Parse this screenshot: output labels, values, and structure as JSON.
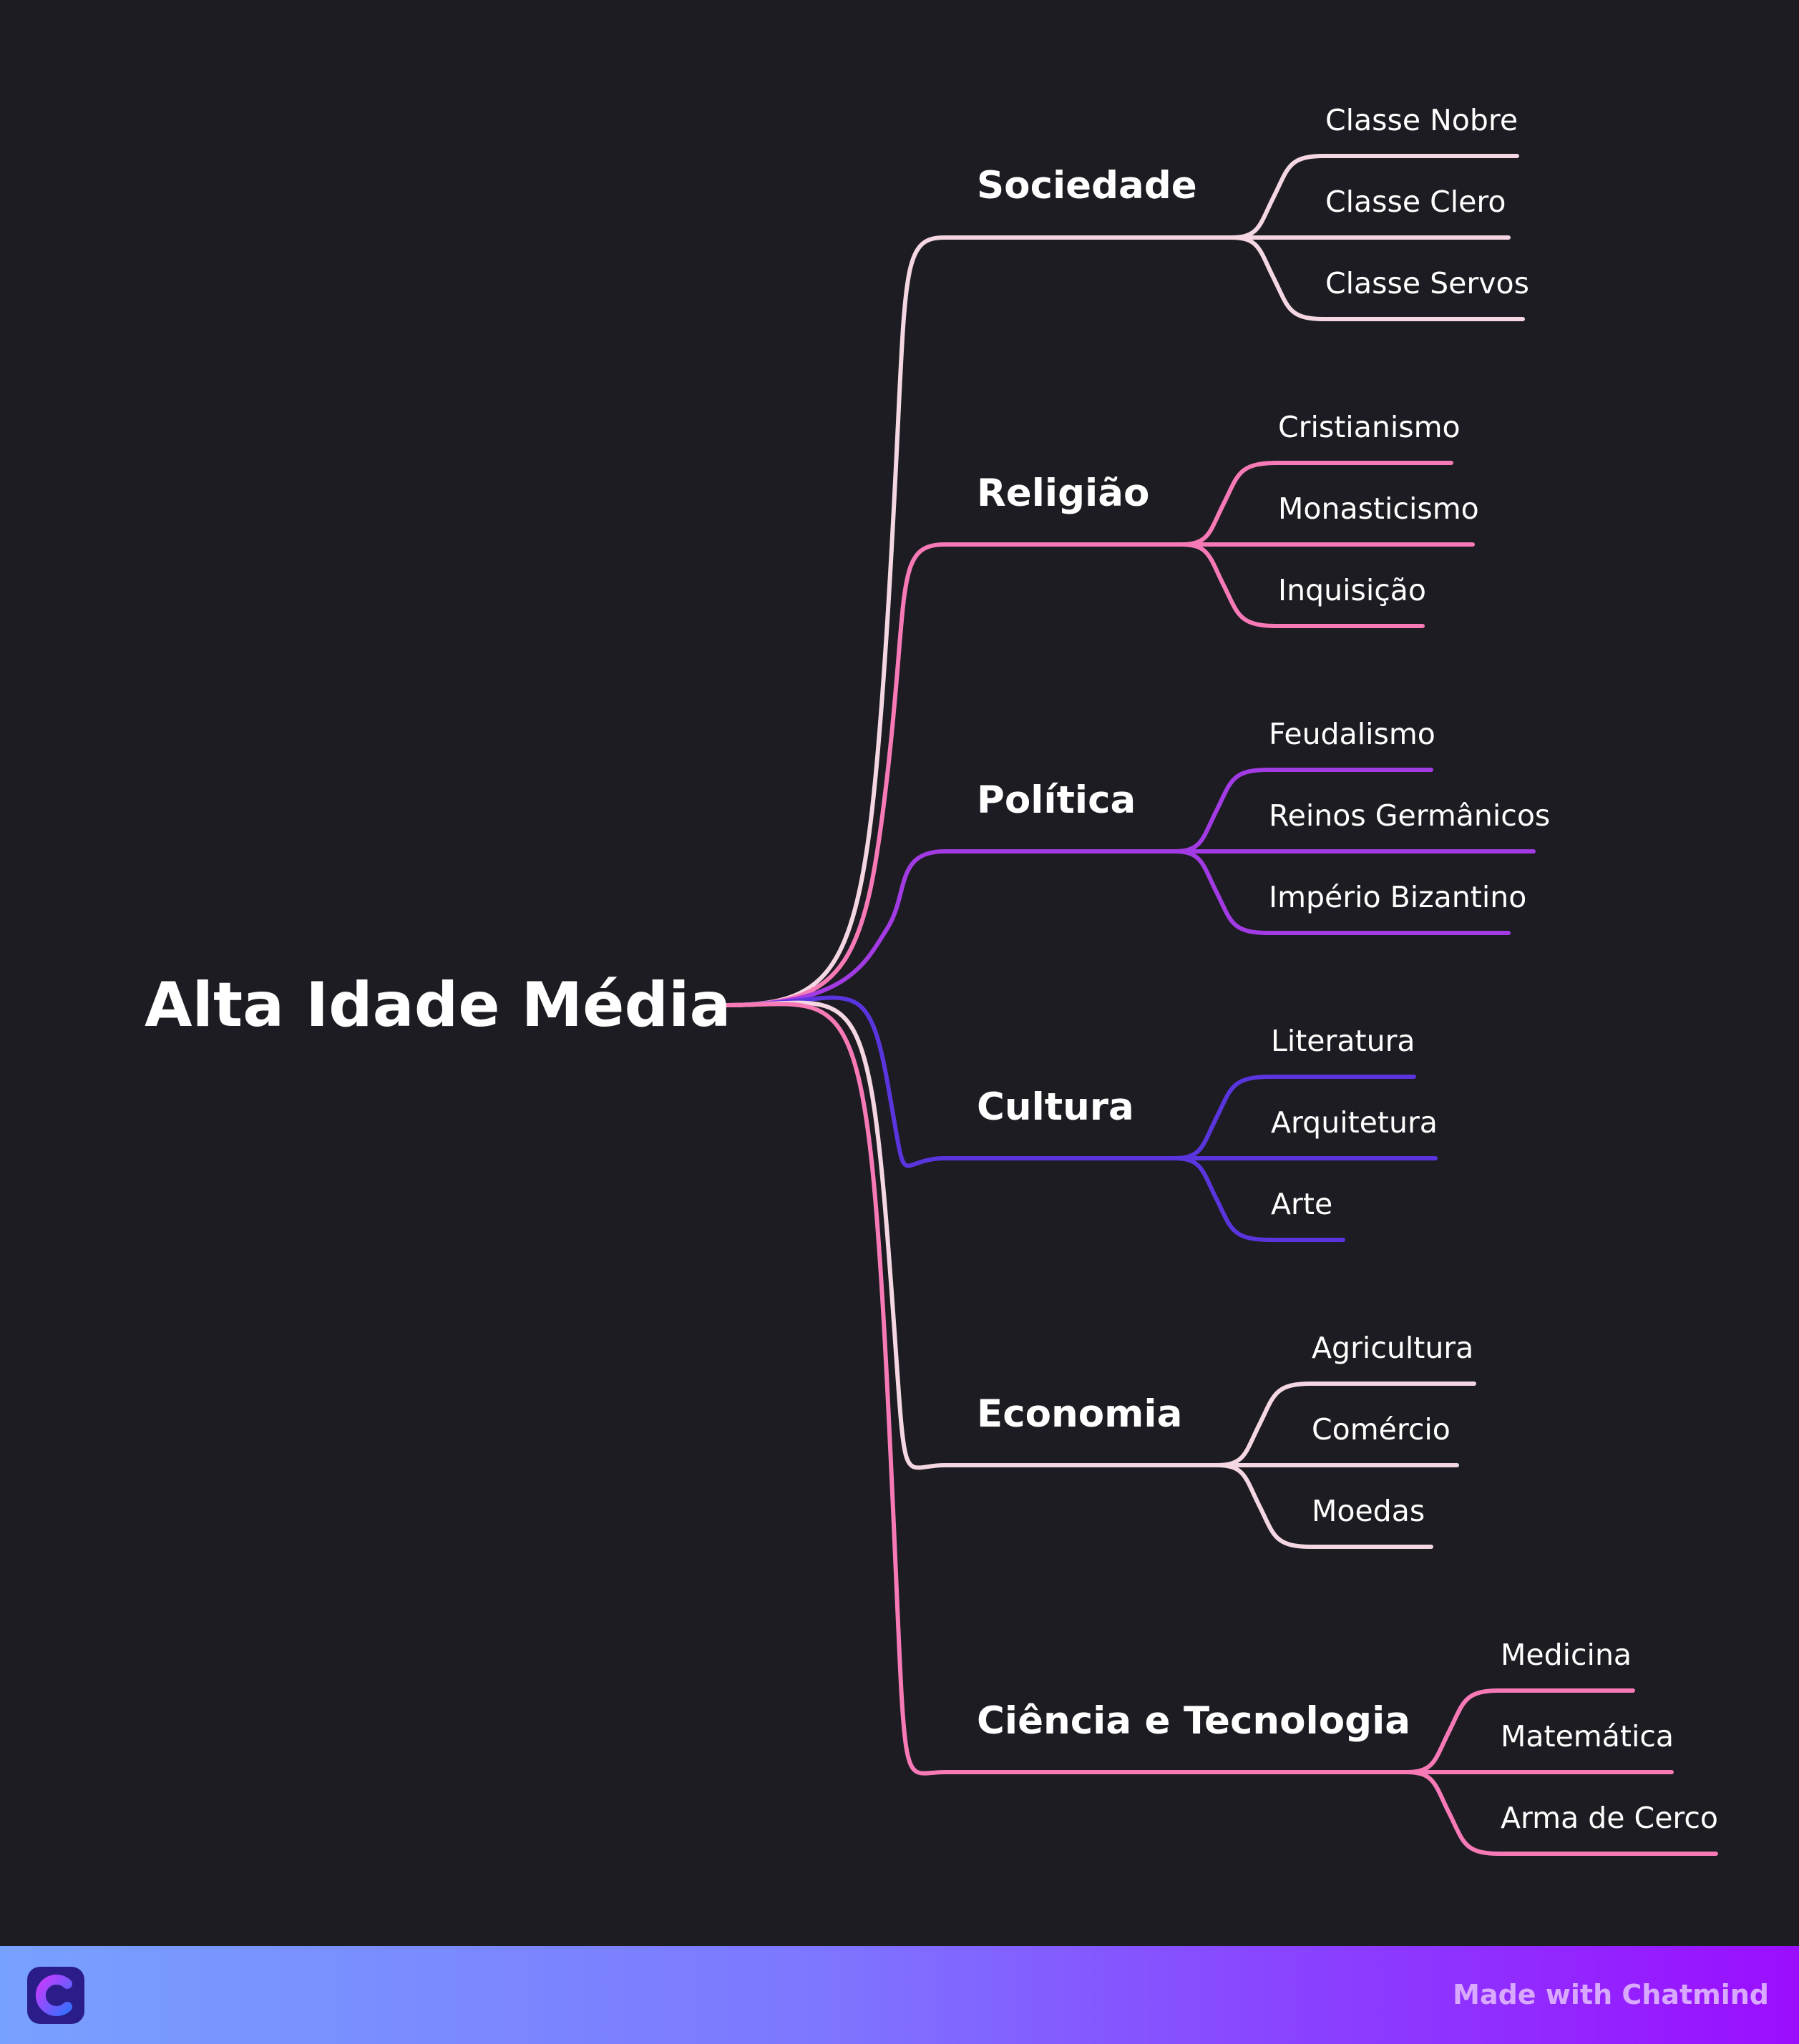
{
  "mindmap": {
    "root": "Alta Idade Média",
    "branches": [
      {
        "label": "Sociedade",
        "color": "#f4d7e3",
        "children": [
          "Classe Nobre",
          "Classe Clero",
          "Classe Servos"
        ]
      },
      {
        "label": "Religião",
        "color": "#f77ab6",
        "children": [
          "Cristianismo",
          "Monasticismo",
          "Inquisição"
        ]
      },
      {
        "label": "Política",
        "color": "#a23be3",
        "children": [
          "Feudalismo",
          "Reinos Germânicos",
          "Império Bizantino"
        ]
      },
      {
        "label": "Cultura",
        "color": "#5a35de",
        "children": [
          "Literatura",
          "Arquitetura",
          "Arte"
        ]
      },
      {
        "label": "Economia",
        "color": "#f4d7e3",
        "children": [
          "Agricultura",
          "Comércio",
          "Moedas"
        ]
      },
      {
        "label": "Ciência e Tecnologia",
        "color": "#f77ab6",
        "children": [
          "Medicina",
          "Matemática",
          "Arma de Cerco"
        ]
      }
    ]
  },
  "footer": {
    "logo_icon": "chatmind-logo-icon",
    "brand_text": "Made with Chatmind"
  }
}
